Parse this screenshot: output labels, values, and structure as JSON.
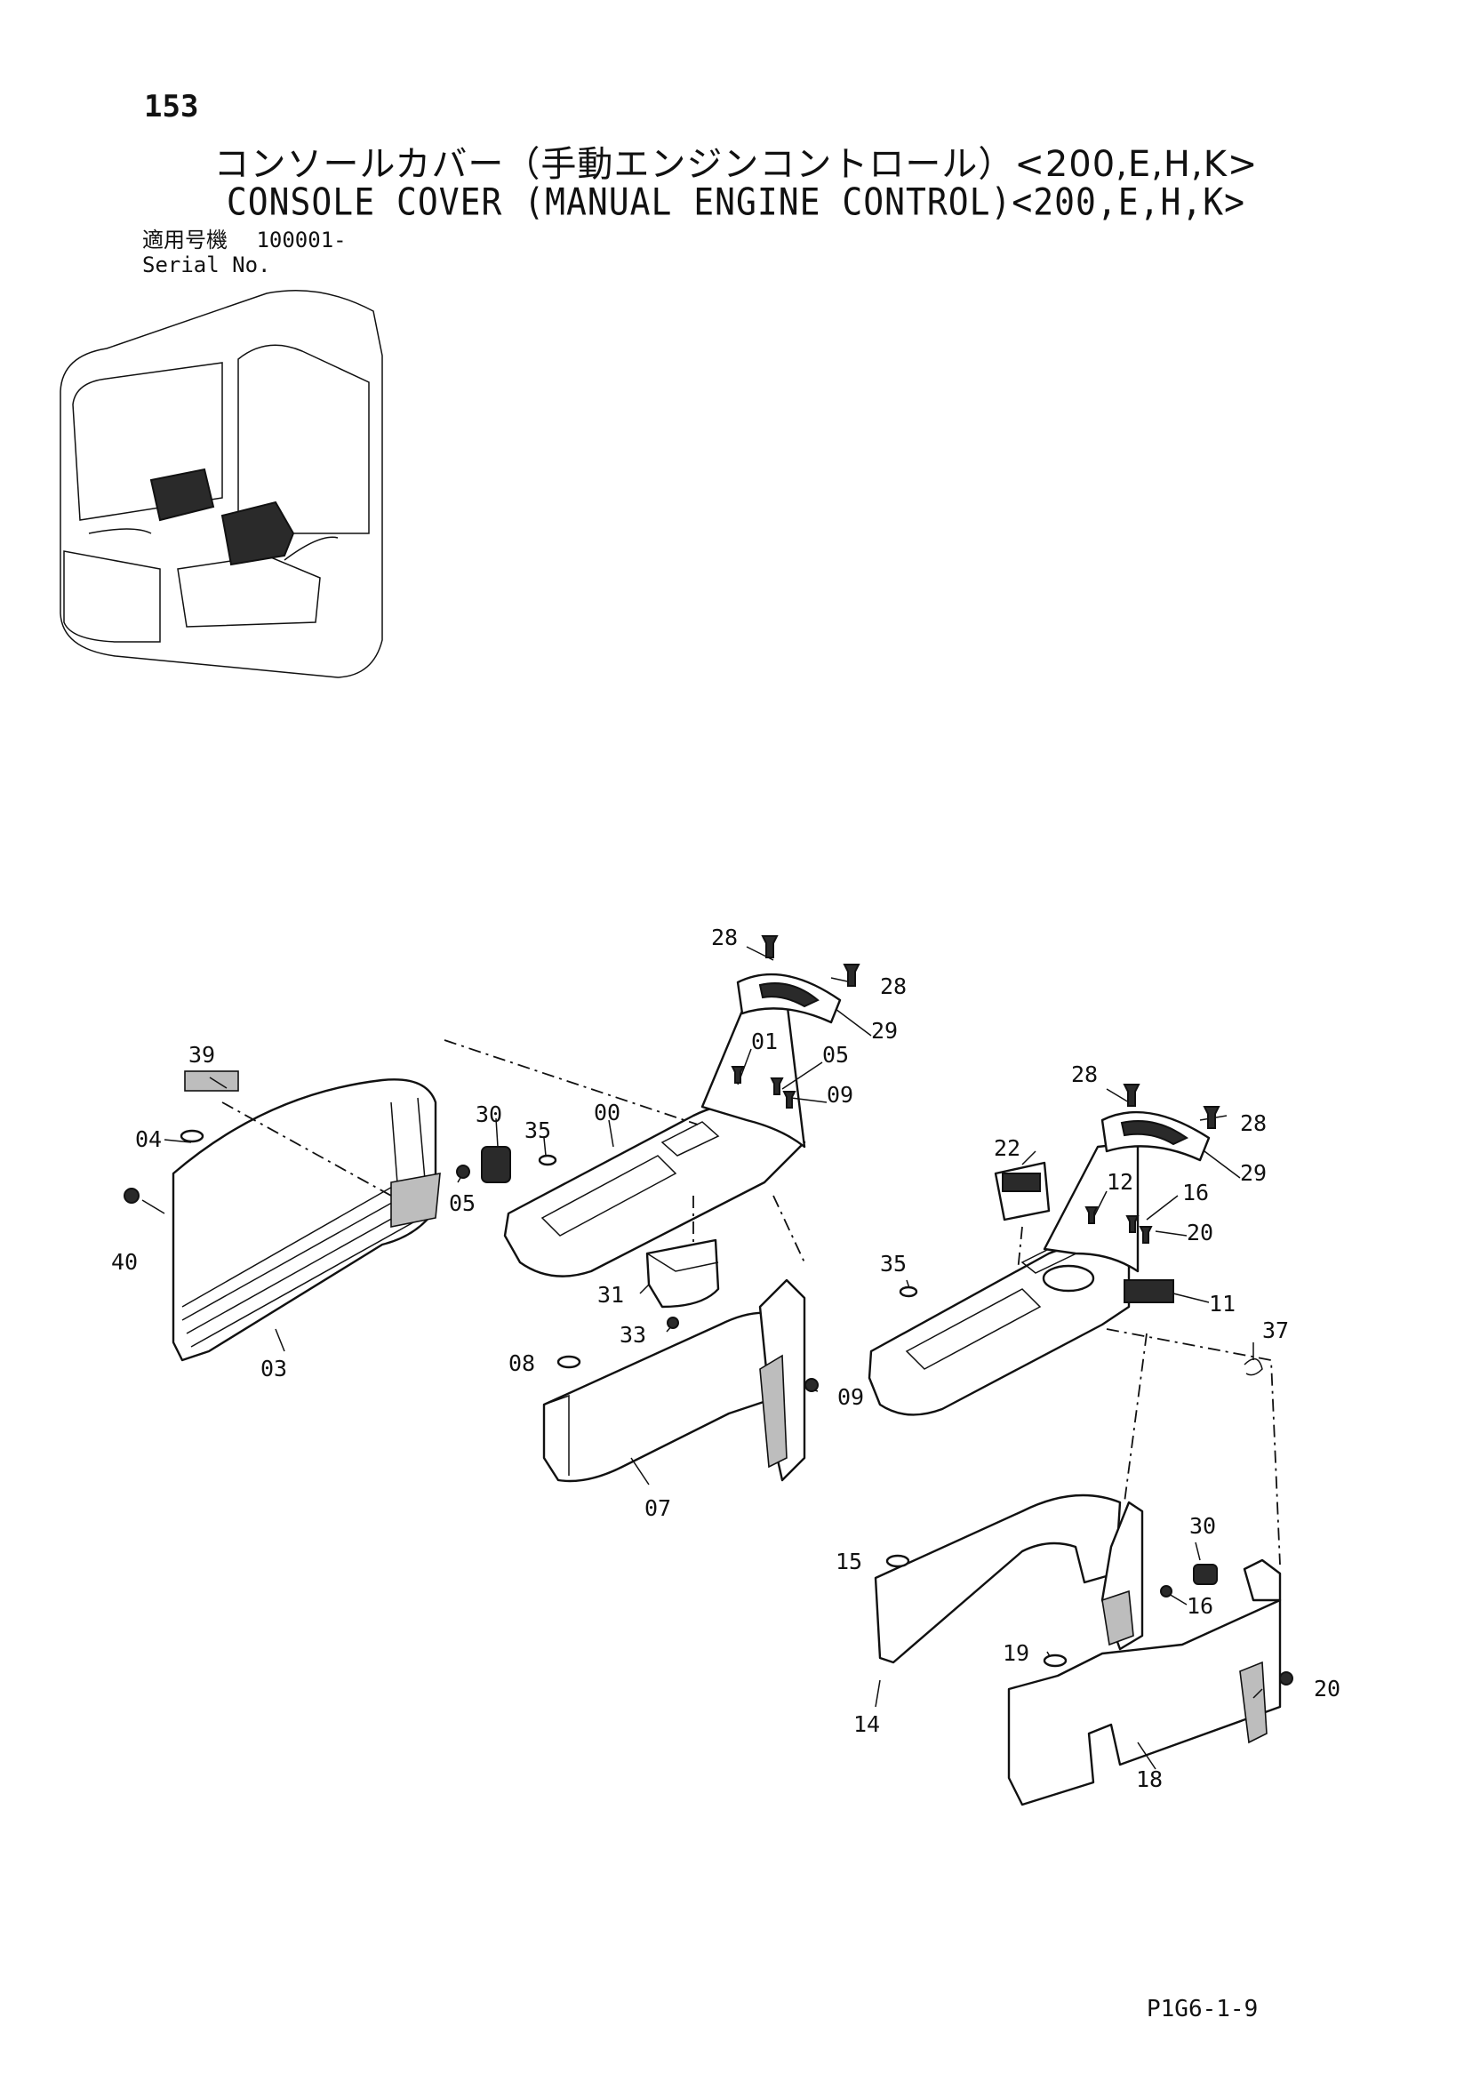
{
  "page_number": "153",
  "title_jp": "コンソールカバー（手動エンジンコントロール）<200,E,H,K>",
  "title_en": "CONSOLE COVER (MANUAL ENGINE CONTROL)<200,E,H,K>",
  "serial_label_jp": "適用号機",
  "serial_value": "100001-",
  "serial_label_en": "Serial No.",
  "doc_code": "P1G6-1-9",
  "callouts": {
    "c28a": "28",
    "c28b": "28",
    "c29a": "29",
    "c01": "01",
    "c05a": "05",
    "c09a": "09",
    "c39": "39",
    "c04": "04",
    "c40": "40",
    "c03": "03",
    "c30a": "30",
    "c05b": "05",
    "c35a": "35",
    "c00": "00",
    "c31": "31",
    "c33": "33",
    "c08": "08",
    "c07": "07",
    "c09b": "09",
    "c28c": "28",
    "c28d": "28",
    "c29b": "29",
    "c22": "22",
    "c12": "12",
    "c16a": "16",
    "c20a": "20",
    "c35b": "35",
    "c11": "11",
    "c37": "37",
    "c15": "15",
    "c14": "14",
    "c30b": "30",
    "c16b": "16",
    "c19": "19",
    "c20b": "20",
    "c18": "18"
  }
}
